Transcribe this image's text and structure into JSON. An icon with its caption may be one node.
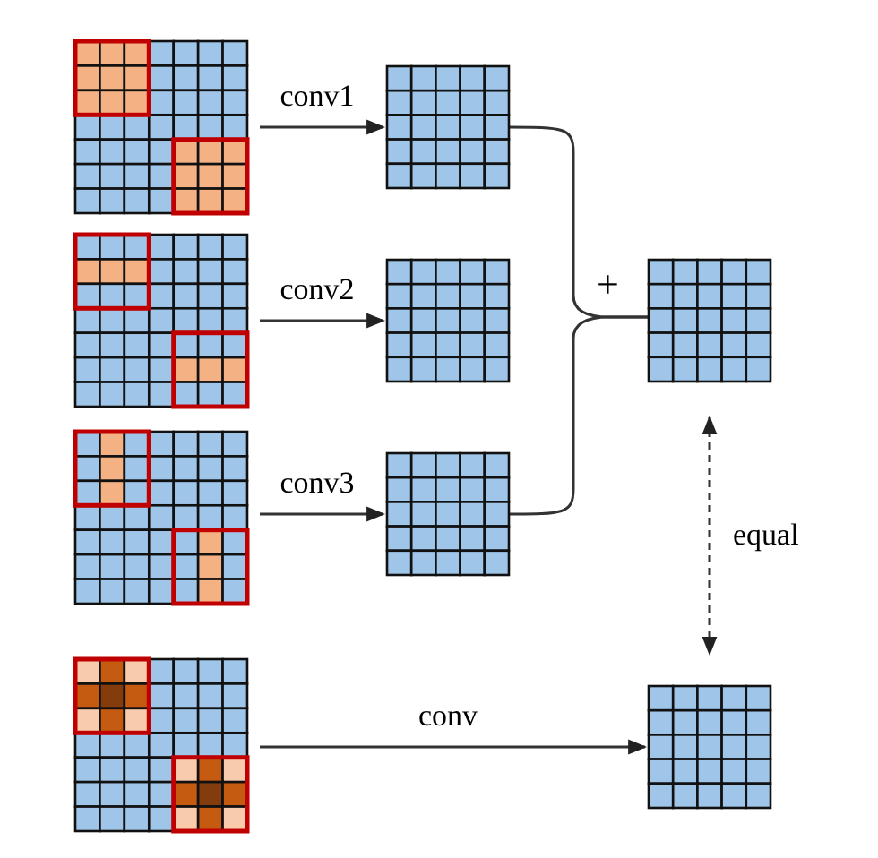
{
  "diagram": {
    "nodes": [
      {
        "text": [],
        "shape": "box"
      },
      {
        "text": [],
        "shape": "box"
      },
      {
        "text": [],
        "shape": "box"
      },
      {
        "text": [],
        "shape": "box"
      },
      {
        "text": [],
        "shape": "box"
      },
      {
        "text": [],
        "shape": "box"
      },
      {
        "text": [],
        "shape": "box"
      },
      {
        "text": [],
        "shape": "box"
      },
      {
        "text": [],
        "shape": "box"
      }
    ],
    "edges": [
      {
        "from": 0,
        "to": 4,
        "arrow": "to",
        "label": "conv1"
      },
      {
        "from": 1,
        "to": 5,
        "arrow": "to",
        "label": "conv2"
      },
      {
        "from": 2,
        "to": 6,
        "arrow": "to",
        "label": "conv3"
      },
      {
        "from": 4,
        "to": 7,
        "arrow": "none"
      },
      {
        "from": 6,
        "to": 7,
        "arrow": "none"
      },
      {
        "from": 3,
        "to": 8,
        "arrow": "to",
        "label": "conv"
      },
      {
        "from": 7,
        "to": 8,
        "arrow": "both",
        "label": "equal",
        "style": "dashed"
      }
    ],
    "labels": [
      "+"
    ]
  }
}
